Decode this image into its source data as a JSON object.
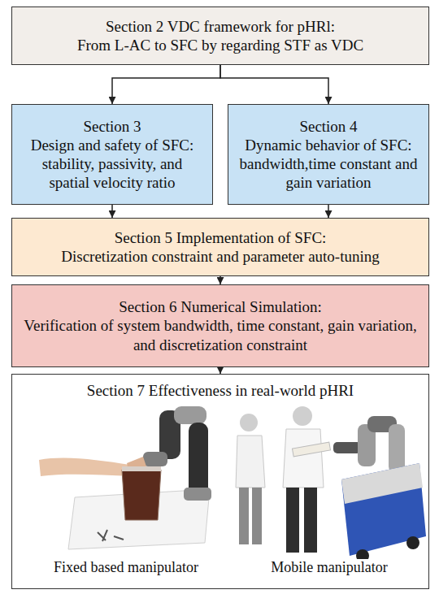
{
  "diagram": {
    "nodes": [
      {
        "text": [
          "Section 2 VDC framework for pHRl:",
          "From L-AC to SFC by regarding STF as VDC"
        ]
      },
      {
        "text": [
          "Section 3",
          "Design and safety of SFC: stability, passivity, and spatial velocity ratio"
        ]
      },
      {
        "text": [
          "Section 4",
          "Dynamic behavior of SFC: bandwidth,time constant and gain variation"
        ]
      },
      {
        "text": [
          "Section 5 Implementation of SFC:",
          "Discretization constraint and parameter auto-tuning"
        ]
      },
      {
        "text": [
          "Section 6 Numerical Simulation:",
          "Verification of system bandwidth, time constant, gain variation, and discretization constraint"
        ]
      },
      {
        "text": [
          "Section 7 Effectiveness in real-world pHRI"
        ]
      }
    ],
    "edges": [
      {
        "from": 0,
        "to": 1,
        "arrow": "to"
      },
      {
        "from": 0,
        "to": 2,
        "arrow": "to"
      },
      {
        "from": 1,
        "to": 3,
        "arrow": "to"
      },
      {
        "from": 2,
        "to": 3,
        "arrow": "to"
      },
      {
        "from": 3,
        "to": 4,
        "arrow": "to"
      },
      {
        "from": 4,
        "to": 5,
        "arrow": "to"
      }
    ],
    "labels": [
      "Fixed based manipulator",
      "Mobile manipulator"
    ]
  }
}
